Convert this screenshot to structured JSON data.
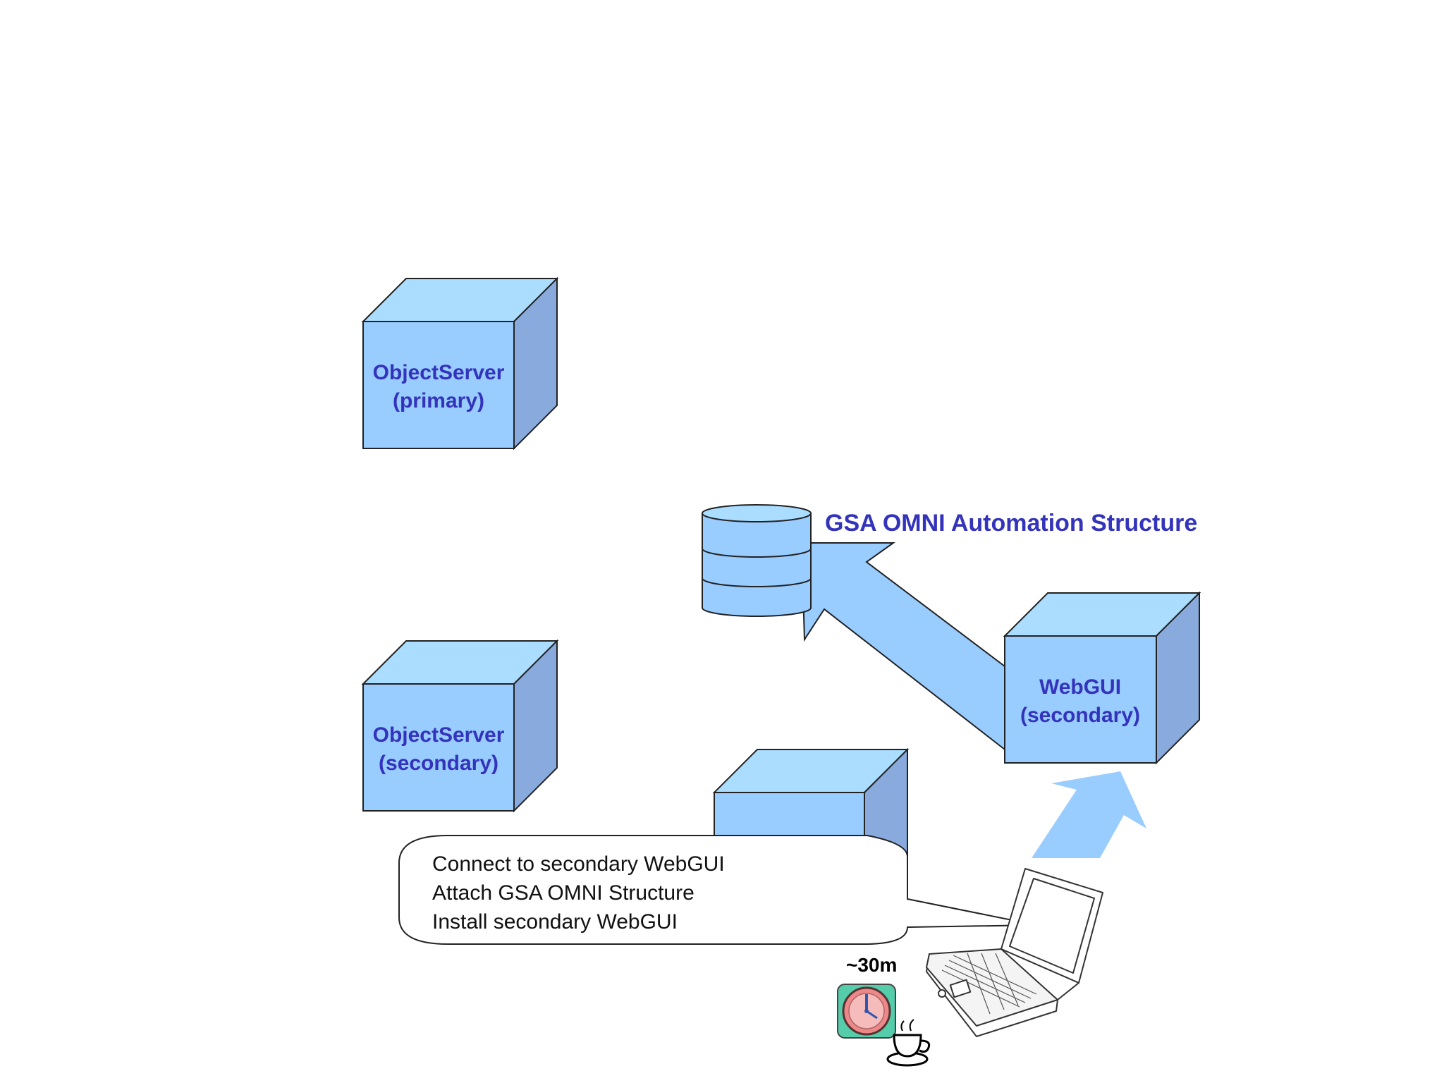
{
  "colors": {
    "cube_front": "#99ccff",
    "cube_top": "#aaddff",
    "cube_side": "#88aadd",
    "arrow_fill": "#99ccff",
    "label_text": "#3333bb",
    "outline": "#222222"
  },
  "nodes": {
    "objectserver_primary": {
      "line1": "ObjectServer",
      "line2": "(primary)"
    },
    "objectserver_secondary": {
      "line1": "ObjectServer",
      "line2": "(secondary)"
    },
    "webgui_secondary": {
      "line1": "WebGUI",
      "line2": "(secondary)"
    },
    "database": {
      "icon": "database-icon"
    }
  },
  "structure_label": "GSA OMNI Automation Structure",
  "callout": {
    "lines": [
      "Connect to secondary WebGUI",
      "Attach GSA OMNI Structure",
      "Install secondary WebGUI"
    ]
  },
  "time_estimate": "~30m",
  "icons": [
    "laptop-icon",
    "clock-icon",
    "coffee-cup-icon"
  ]
}
